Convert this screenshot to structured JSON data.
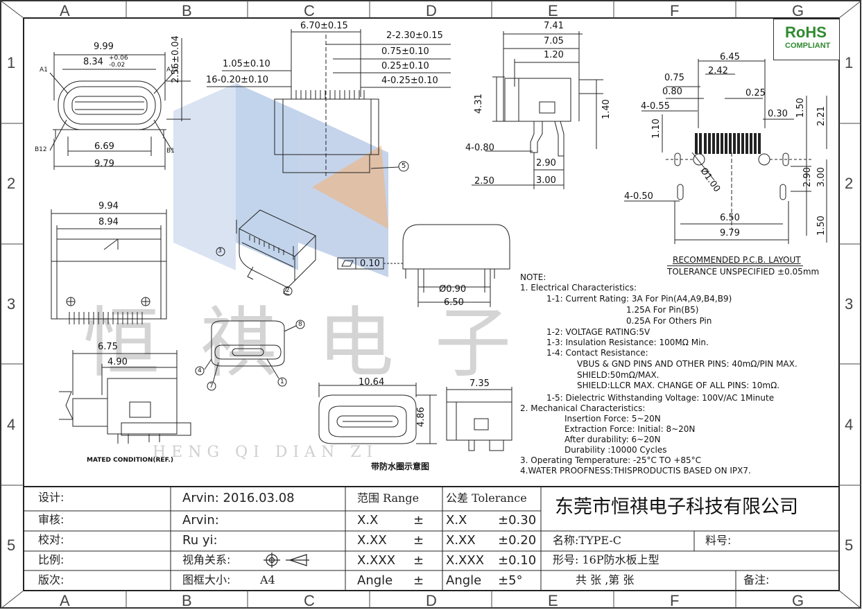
{
  "border": {
    "cols": [
      "A",
      "B",
      "C",
      "D",
      "E",
      "F",
      "G"
    ],
    "rows": [
      "1",
      "2",
      "3",
      "4",
      "5"
    ]
  },
  "rohs": {
    "title": "RoHS",
    "subtitle": "COMPLIANT"
  },
  "front_view": {
    "d1": "9.99",
    "d2": "8.34",
    "d2_tol_plus": "+0.06",
    "d2_tol_minus": "-0.02",
    "d3": "2.56±0.04",
    "d4": "6.69",
    "d5": "9.79",
    "a1": "A1",
    "a12": "A12",
    "b12": "B12",
    "b1": "B1"
  },
  "top_view": {
    "d1": "6.70±0.15",
    "d2": "2-2.30±0.15",
    "d3": "0.75±0.10",
    "d4": "1.05±0.10",
    "d5": "0.25±0.10",
    "d6": "16-0.20±0.10",
    "d7": "4-0.25±0.10",
    "callout": "5"
  },
  "side_view": {
    "d1": "7.41",
    "d2": "7.05",
    "d3": "1.20",
    "d4": "4.31",
    "d5": "1.40",
    "d6": "4-0.80",
    "d7": "2.90",
    "d8": "2.50",
    "d9": "3.00"
  },
  "pcb": {
    "d1": "6.45",
    "d2": "0.75",
    "d3": "2.42",
    "d4": "0.80",
    "d5": "0.25",
    "d6": "4-0.55",
    "d7": "0.30",
    "d8": "1.50",
    "d9": "2.21",
    "d10": "1.10",
    "d11": "Ø1.00",
    "d12": "2.90",
    "d13": "3.00",
    "d14": "4-0.50",
    "d15": "6.50",
    "d16": "9.79",
    "d17": "1.50",
    "title": "RECOMMENDED   P.C.B.  LAYOUT",
    "tolerance": "TOLERANCE  UNSPECIFIED ±0.05mm"
  },
  "bottom_view": {
    "d1": "9.94",
    "d2": "8.94"
  },
  "flat_view": {
    "flatness": "0.10",
    "d1": "Ø0.90",
    "d2": "6.50"
  },
  "iso": {
    "c1": "3",
    "c2": "2",
    "c3": "8",
    "c4": "4",
    "c5": "7",
    "c6": "1"
  },
  "mated": {
    "d1": "6.75",
    "d2": "4.90",
    "label": "MATED CONDITION(REF.)"
  },
  "front2": {
    "d1": "10.64",
    "d2": "4.86"
  },
  "side2": {
    "d1": "7.35"
  },
  "waterproof_caption": "带防水圈示意图",
  "watermark": {
    "cn": "恒 祺 电 子",
    "en": "HENG  QI  DIAN  ZI"
  },
  "notes": {
    "title": "NOTE:",
    "lines": [
      "1. Electrical Characteristics:",
      "1-1: Current Rating: 3A For Pin(A4,A9,B4,B9)",
      "1.25A For Pin(B5)",
      "0.25A For Others Pin",
      "1-2: VOLTAGE RATING:5V",
      "1-3: Insulation Resistance: 100MΩ Min.",
      "1-4: Contact Resistance:",
      "VBUS & GND PINS AND OTHER PINS: 40mΩ/PIN MAX.",
      "SHIELD:50mΩ/MAX.",
      "SHIELD:LLCR MAX. CHANGE OF ALL PINS: 10mΩ.",
      "1-5: Dielectric Withstanding Voltage: 100V/AC 1Minute",
      "2. Mechanical Characteristics:",
      "Insertion Force: 5~20N",
      "Extraction Force: Initial: 8~20N",
      "After durability: 6~20N",
      "Durability :10000 Cycles",
      "3. Operating Temperature: -25°C TO +85°C",
      "4.WATER PROOFNESS:THISPRODUCTIS BASED ON IPX7."
    ]
  },
  "title_block": {
    "labels": [
      "设计:",
      "审核:",
      "校对:",
      "比例:",
      "版次:"
    ],
    "design": "Arvin:  2016.03.08",
    "review": "Arvin:",
    "check": "Ru  yi:",
    "view_relation": "视角关系:",
    "frame_size_label": "图框大小:",
    "frame_size": "A4",
    "range_header": "范围 Range",
    "tol_header": "公差 Tolerance",
    "ranges": [
      "X.X",
      "X.XX",
      "X.XXX",
      "Angle"
    ],
    "pm": "±",
    "tolerances": [
      {
        "x": "X.X",
        "v": "±0.30"
      },
      {
        "x": "X.XX",
        "v": "±0.20"
      },
      {
        "x": "X.XXX",
        "v": "±0.10"
      },
      {
        "x": "Angle",
        "v": "±5°"
      }
    ],
    "company": "东莞市恒祺电子科技有限公司",
    "name": "名称:TYPE-C",
    "part_no": "料号:",
    "model": "形号: 16P防水板上型",
    "sheets": "共   张 ,第   张",
    "remarks": "备注:"
  }
}
